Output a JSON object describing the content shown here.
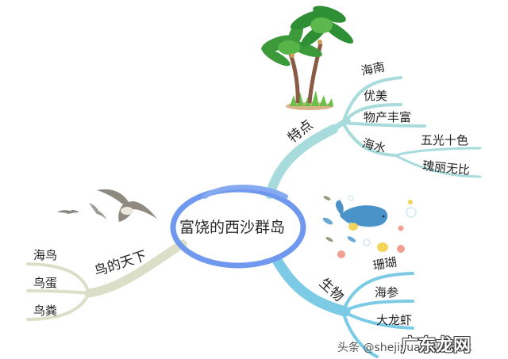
{
  "mindmap": {
    "center": {
      "label": "富饶的西沙群岛",
      "ring_color": "#6f98ee"
    },
    "branches": [
      {
        "id": "features",
        "label": "特点",
        "color": "#a8dcdc",
        "children": [
          {
            "label": "海南"
          },
          {
            "label": "优美"
          },
          {
            "label": "物产丰富"
          },
          {
            "label": "海水",
            "children": [
              {
                "label": "五光十色"
              },
              {
                "label": "瑰丽无比"
              }
            ]
          }
        ]
      },
      {
        "id": "creatures",
        "label": "生物",
        "color": "#7ccbe6",
        "children": [
          {
            "label": "珊瑚"
          },
          {
            "label": "海参"
          },
          {
            "label": "大龙虾"
          },
          {
            "label": ""
          }
        ]
      },
      {
        "id": "birds",
        "label": "鸟的天下",
        "color": "#dcdfc8",
        "children": [
          {
            "label": "海鸟"
          },
          {
            "label": "鸟蛋"
          },
          {
            "label": "鸟粪"
          }
        ]
      }
    ],
    "illustrations": [
      {
        "name": "palm-trees",
        "description": "two coconut palm trees on grass"
      },
      {
        "name": "whale-and-fish",
        "description": "blue whale with small fish and bubbles"
      },
      {
        "name": "seagulls",
        "description": "three flying seagulls"
      }
    ]
  },
  "watermark": {
    "small": "头条 @shejiyuan视频技术",
    "big": "广东龙网"
  }
}
